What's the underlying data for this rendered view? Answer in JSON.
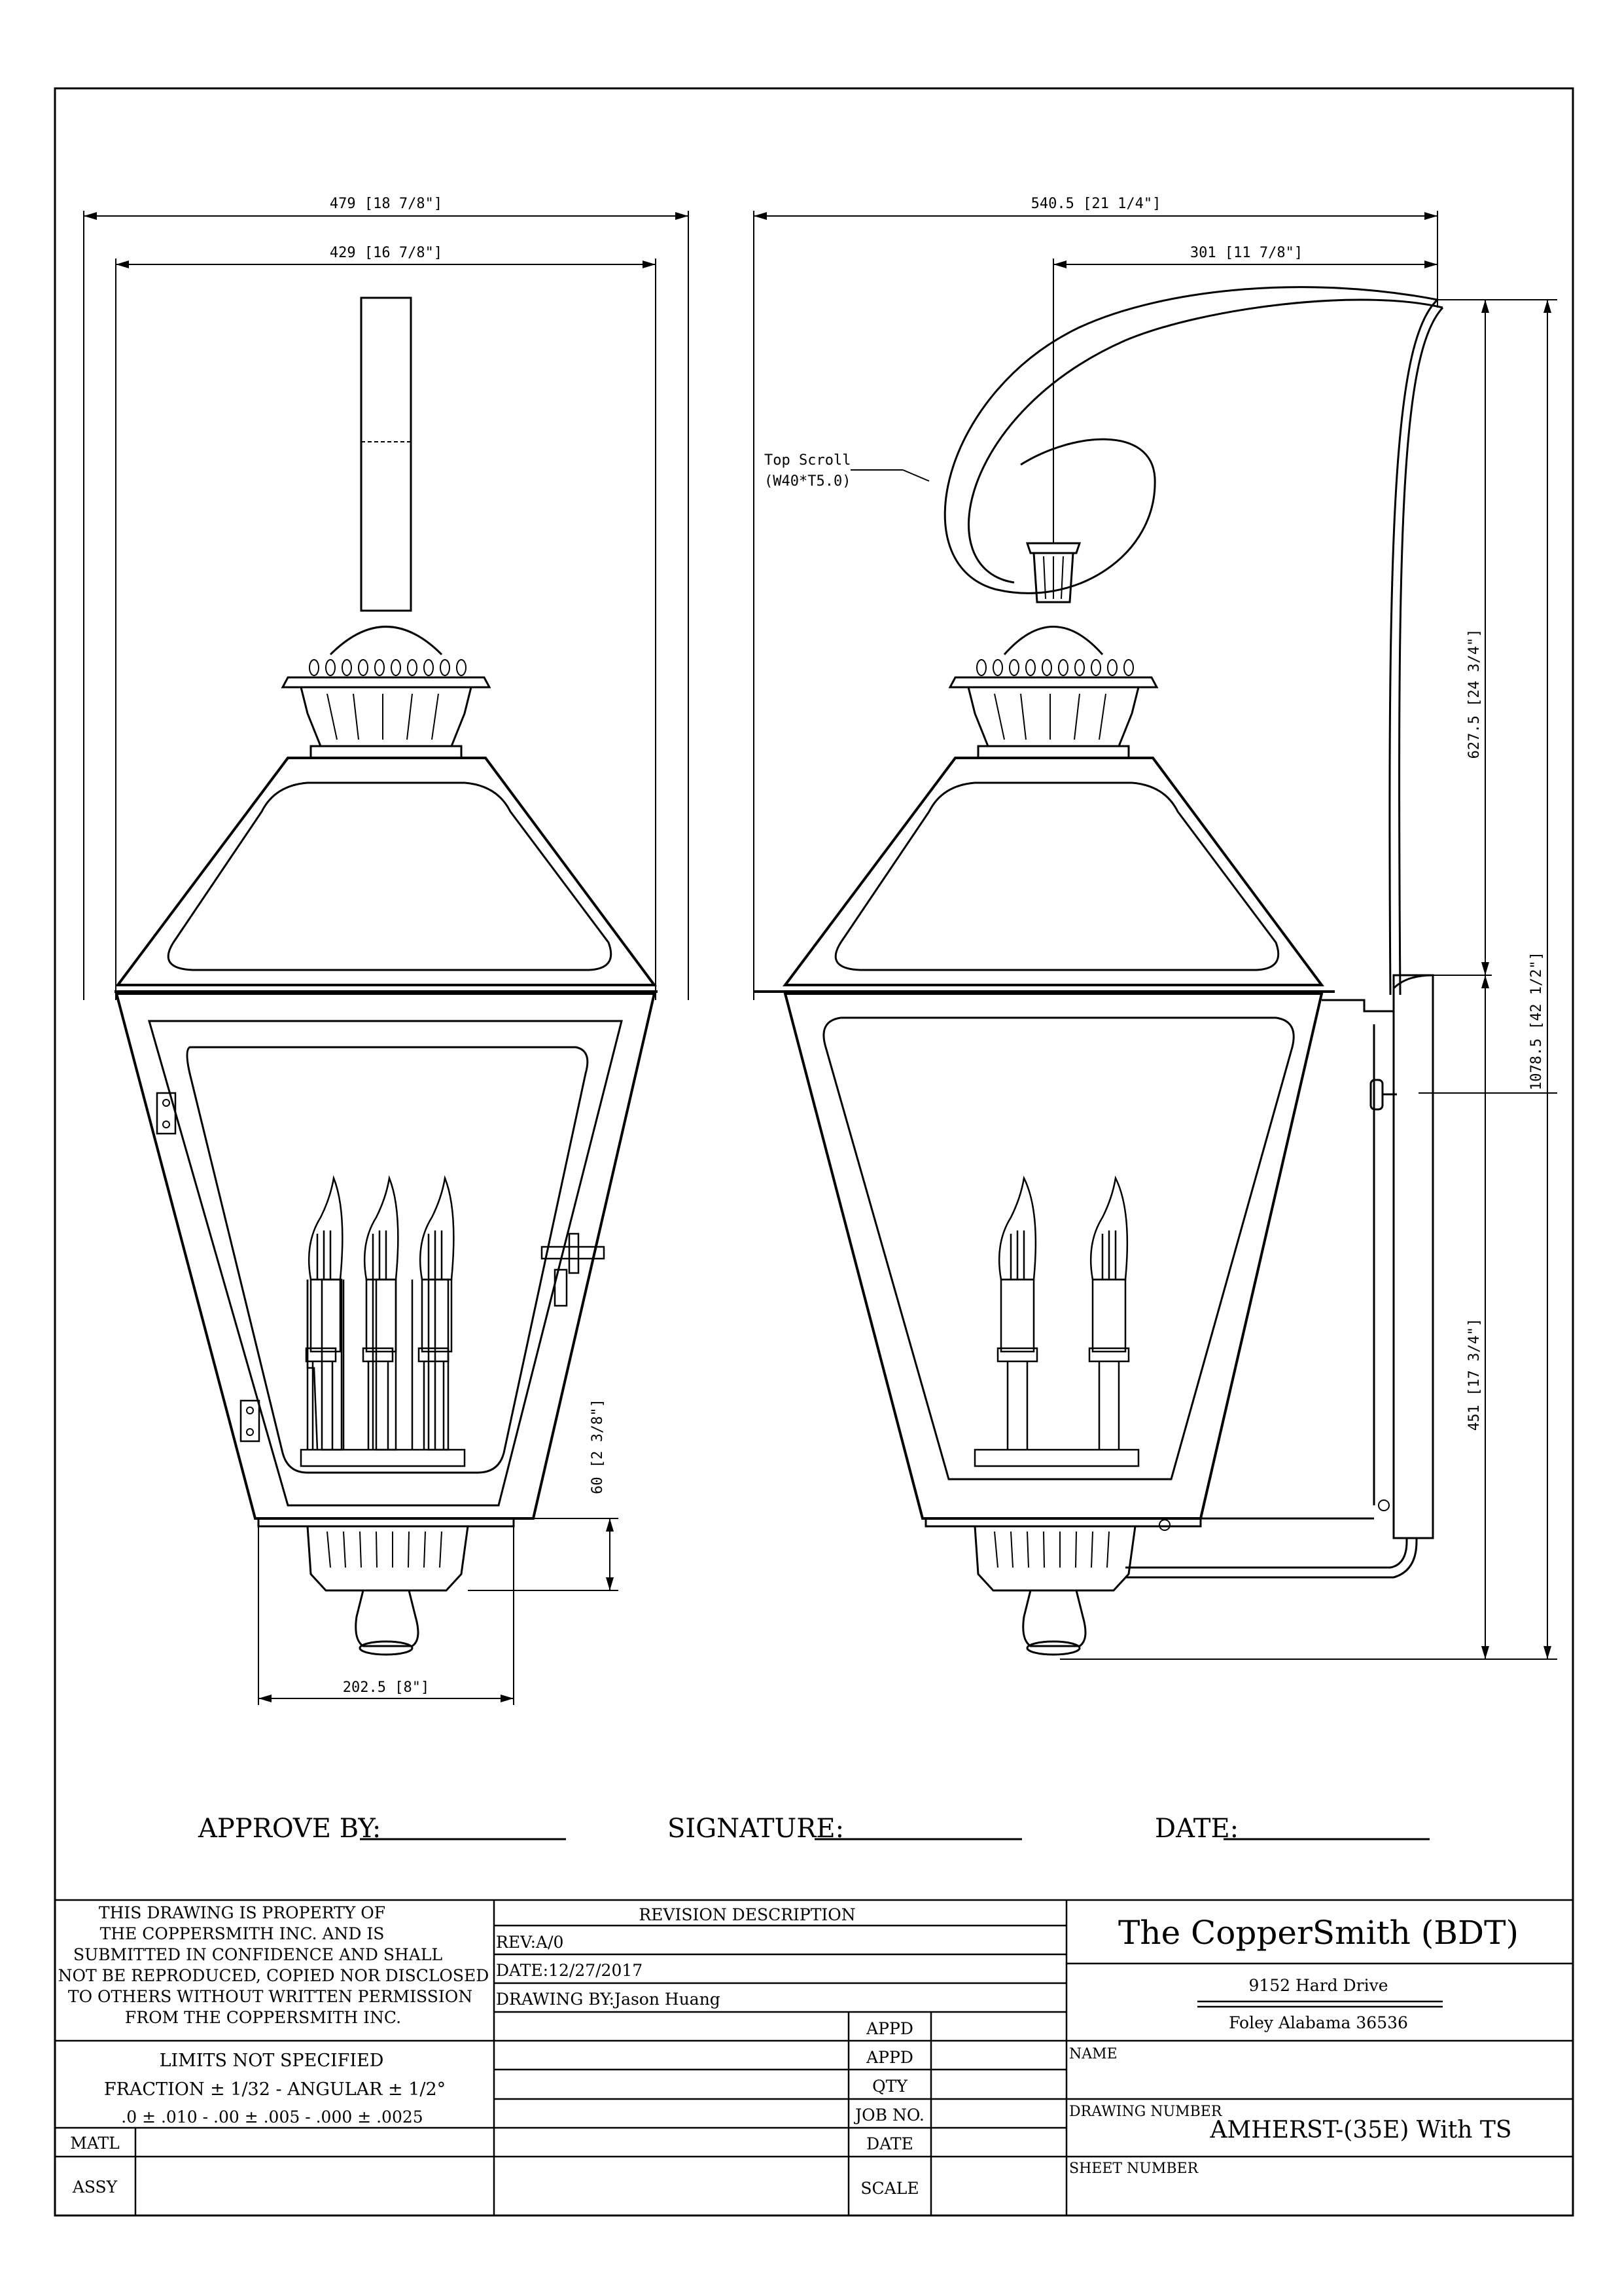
{
  "dimensions": {
    "front_outer_width": "479 [18 7/8\"]",
    "front_inner_width": "429 [16 7/8\"]",
    "front_bottom_width": "202.5 [8\"]",
    "front_bottom_height": "60 [2 3/8\"]",
    "side_total_width": "540.5 [21 1/4\"]",
    "side_scroll_width": "301 [11 7/8\"]",
    "side_upper_height": "627.5 [24 3/4\"]",
    "side_total_height": "1078.5 [42 1/2\"]",
    "side_lower_height": "451 [17 3/4\"]"
  },
  "annotations": {
    "top_scroll_line1": "Top Scroll",
    "top_scroll_line2": "(W40*T5.0)"
  },
  "signature_row": {
    "approve": "APPROVE BY:",
    "signature": "SIGNATURE:",
    "date": "DATE:"
  },
  "title_block": {
    "property_notice": [
      "THIS DRAWING IS PROPERTY OF",
      "THE COPPERSMITH INC. AND IS",
      "SUBMITTED IN CONFIDENCE AND SHALL",
      "NOT BE REPRODUCED, COPIED NOR DISCLOSED",
      "TO OTHERS WITHOUT WRITTEN PERMISSION",
      "FROM THE COPPERSMITH INC."
    ],
    "limits_title": "LIMITS NOT SPECIFIED",
    "limits_fraction": "FRACTION ± 1/32 - ANGULAR ± 1/2°",
    "limits_decimal": ".0 ± .010 - .00 ± .005 - .000 ± .0025",
    "matl_label": "MATL",
    "assy_label": "ASSY",
    "revision_header": "REVISION DESCRIPTION",
    "rev": "REV:A/0",
    "date": "DATE:12/27/2017",
    "drawn_by": "DRAWING BY:Jason Huang",
    "appd1": "APPD",
    "appd2": "APPD",
    "qty": "QTY",
    "job_no": "JOB NO.",
    "date_label": "DATE",
    "scale": "SCALE",
    "company": "The CopperSmith (BDT)",
    "address1": "9152 Hard Drive",
    "address2": "Foley Alabama 36536",
    "name_label": "NAME",
    "drawing_number_label": "DRAWING NUMBER",
    "drawing_number": "AMHERST-(35E) With TS",
    "sheet_number_label": "SHEET NUMBER"
  }
}
